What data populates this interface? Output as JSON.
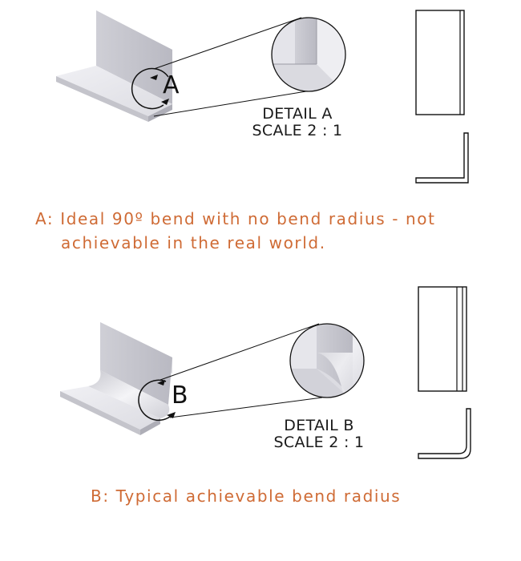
{
  "colors": {
    "caption": "#cf6b35",
    "line": "#111111",
    "face_light": "#e8e8ec",
    "face_mid": "#d4d4da",
    "face_dark": "#bcbcc4"
  },
  "panel_a": {
    "callout_letter": "A",
    "detail_title": "DETAIL  A",
    "detail_scale": "SCALE 2 : 1",
    "caption_line1": "A: Ideal 90º bend with no bend radius - not",
    "caption_line2": "achievable in the real world."
  },
  "panel_b": {
    "callout_letter": "B",
    "detail_title": "DETAIL  B",
    "detail_scale": "SCALE 2 : 1",
    "caption_line1": "B: Typical achievable bend radius"
  }
}
